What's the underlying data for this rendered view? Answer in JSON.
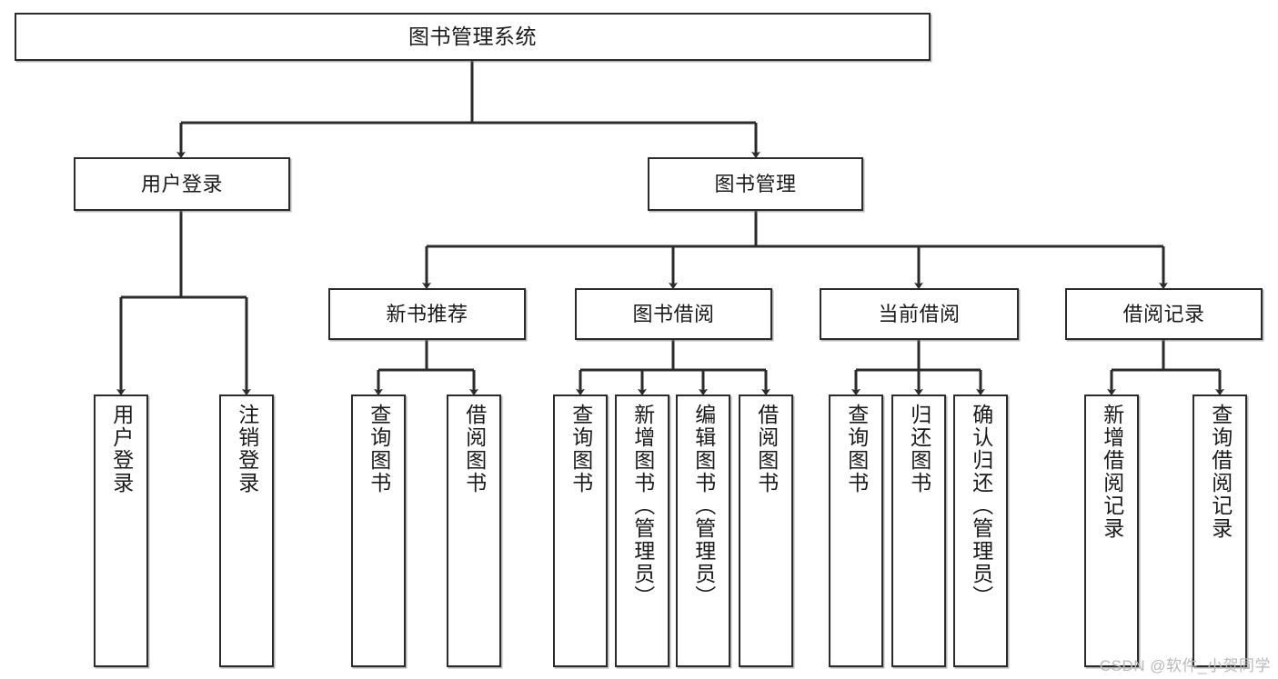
{
  "diagram": {
    "title": "图书管理系统",
    "type": "hierarchy-tree",
    "colors": {
      "box_border": "#2b2b2b",
      "box_fill": "#ffffff",
      "connector": "#2b2b2b",
      "watermark": "#b9b9b9",
      "canvas": "#ffffff"
    },
    "root": {
      "label": "图书管理系统"
    },
    "level2": [
      {
        "label": "用户登录"
      },
      {
        "label": "图书管理"
      }
    ],
    "level3": [
      {
        "label": "新书推荐"
      },
      {
        "label": "图书借阅"
      },
      {
        "label": "当前借阅"
      },
      {
        "label": "借阅记录"
      }
    ],
    "leaves": {
      "user_login": [
        {
          "label": "用户登录"
        },
        {
          "label": "注销登录"
        }
      ],
      "new_book": [
        {
          "label": "查询图书"
        },
        {
          "label": "借阅图书"
        }
      ],
      "book_borrow": [
        {
          "label": "查询图书"
        },
        {
          "label": "新增图书（管理员）"
        },
        {
          "label": "编辑图书（管理员）"
        },
        {
          "label": "借阅图书"
        }
      ],
      "current_borrow": [
        {
          "label": "查询图书"
        },
        {
          "label": "归还图书"
        },
        {
          "label": "确认归还（管理员）"
        }
      ],
      "borrow_record": [
        {
          "label": "新增借阅记录"
        },
        {
          "label": "查询借阅记录"
        }
      ]
    }
  },
  "watermark": {
    "text": "CSDN @软件_小贺同学"
  }
}
